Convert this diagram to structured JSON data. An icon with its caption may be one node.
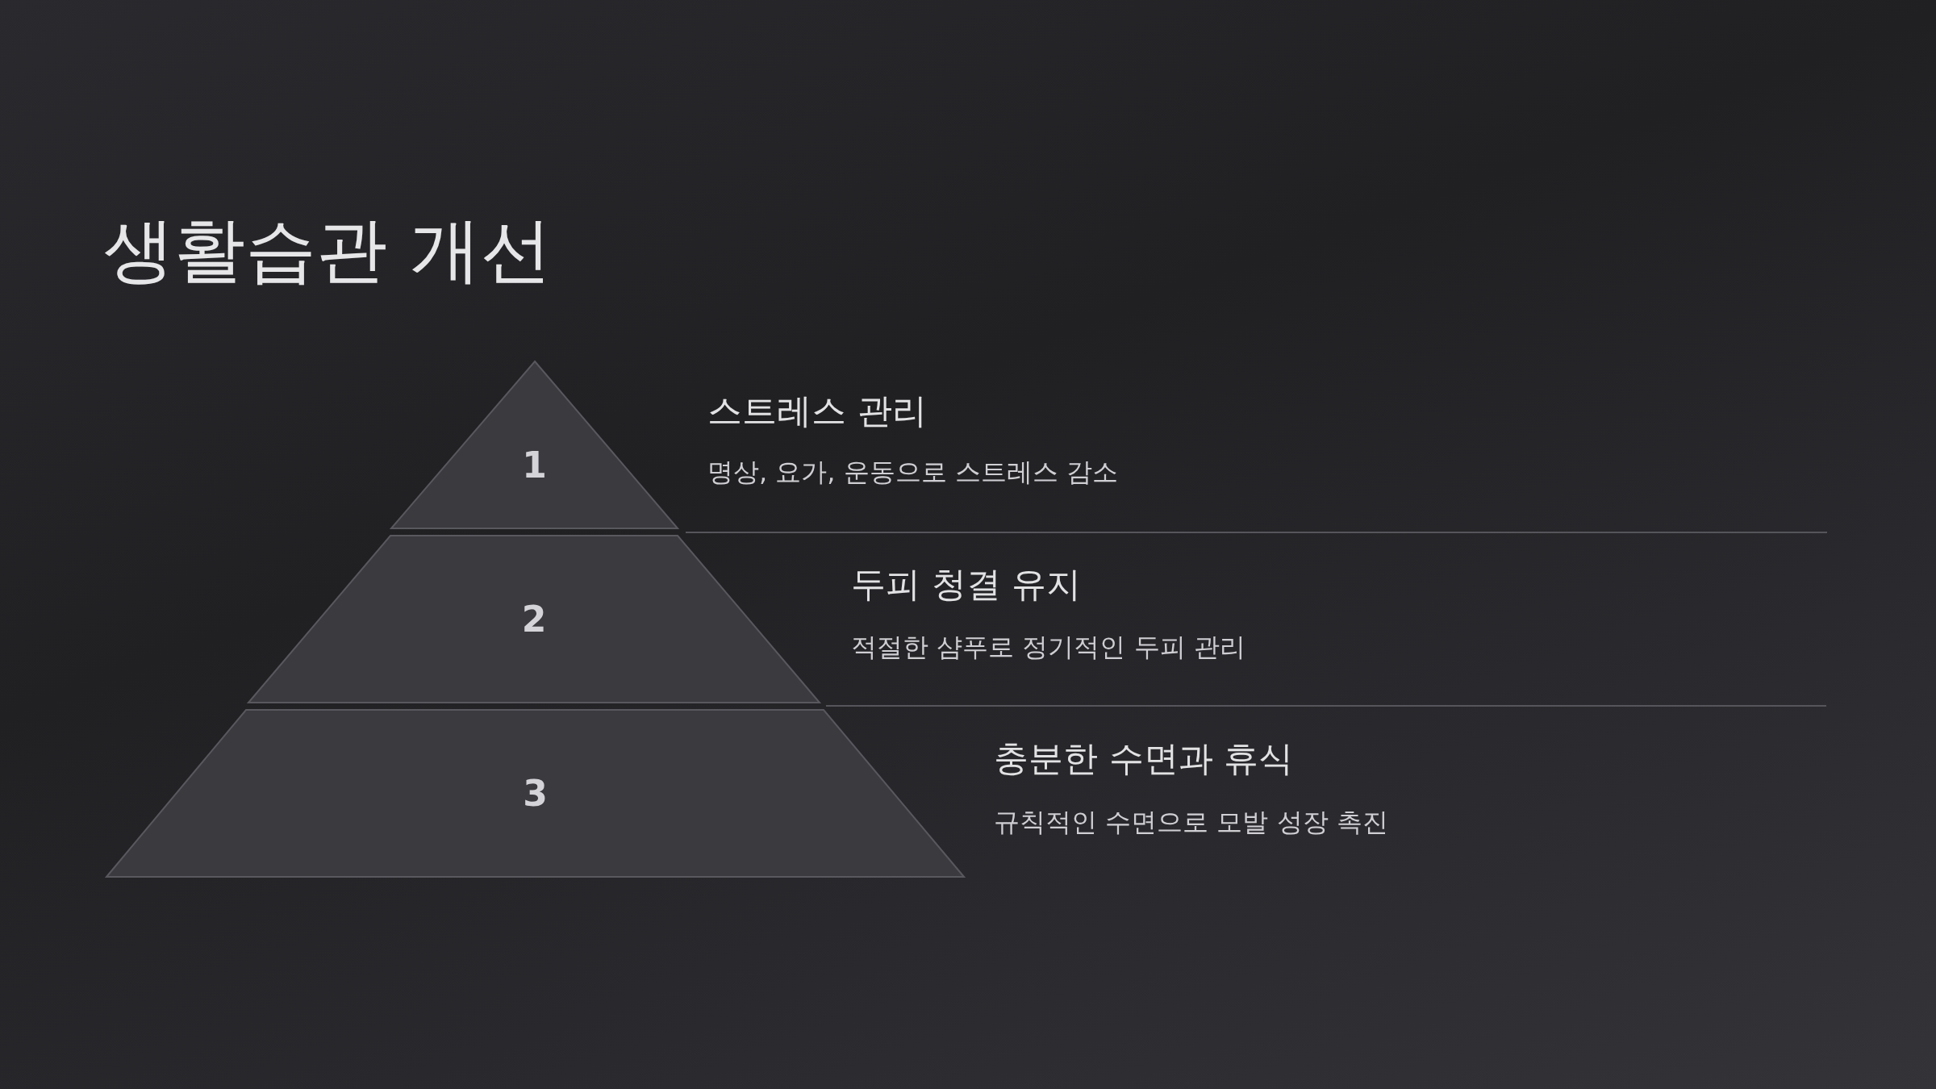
{
  "diagram": {
    "title": "생활습관 개선",
    "nodes": [
      {
        "text": [
          "1"
        ],
        "beside": [
          "스트레스 관리",
          "명상, 요가, 운동으로 스트레스 감소"
        ]
      },
      {
        "text": [
          "2"
        ],
        "beside": [
          "두피 청결 유지",
          "적절한 샴푸로 정기적인 두피 관리"
        ]
      },
      {
        "text": [
          "3"
        ],
        "beside": [
          "충분한 수면과 휴식",
          "규칙적인 수면으로 모발 성장 촉진"
        ]
      }
    ]
  }
}
